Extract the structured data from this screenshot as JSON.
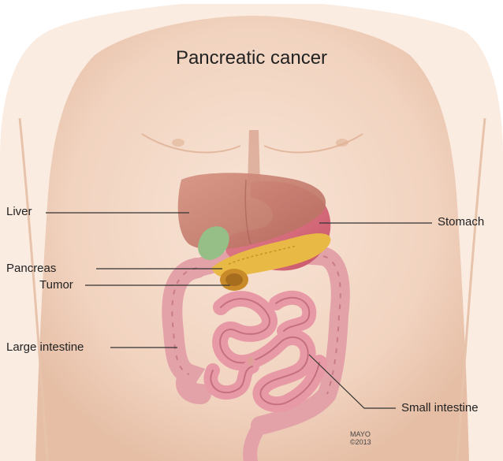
{
  "title": "Pancreatic cancer",
  "labels": {
    "liver": "Liver",
    "stomach": "Stomach",
    "pancreas": "Pancreas",
    "tumor": "Tumor",
    "large_intestine": "Large intestine",
    "small_intestine": "Small intestine"
  },
  "credit": {
    "line1": "MAYO",
    "line2": "©2013"
  },
  "colors": {
    "skin": "#f3d9c6",
    "skin_shadow": "#e6bfa6",
    "liver": "#c9806f",
    "stomach": "#d86e7a",
    "pancreas": "#e8b640",
    "tumor": "#c98a2a",
    "gallbladder": "#8fb97e",
    "intestine": "#e7a2ab",
    "intestine_dark": "#c77482",
    "leader_line": "#333333"
  }
}
